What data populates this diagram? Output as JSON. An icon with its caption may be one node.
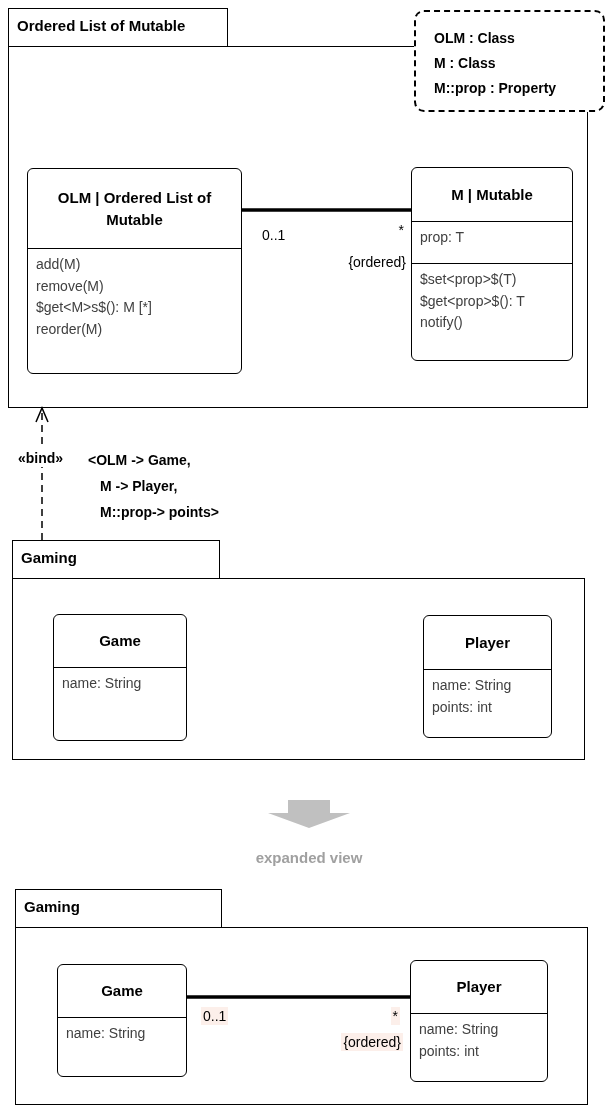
{
  "diagram": {
    "nodes": [
      {
        "text": [
          "Ordered List of Mutable"
        ]
      },
      {
        "text": [
          "OLM : Class",
          "M : Class",
          "M::prop : Property"
        ]
      },
      {
        "text": [
          "OLM | Ordered List of Mutable",
          "add(M)",
          "remove(M)",
          "$get<M>s$(): M [*]",
          "reorder(M)"
        ],
        "in": 0
      },
      {
        "text": [
          "M | Mutable",
          "prop: T",
          "$set<prop>$(T)",
          "$get<prop>$(): T",
          "notify()"
        ],
        "in": 0
      },
      {
        "text": [
          "Gaming"
        ]
      },
      {
        "text": [
          "Game",
          "name: String"
        ],
        "in": 4
      },
      {
        "text": [
          "Player",
          "name: String",
          "points: int"
        ],
        "in": 4
      },
      {
        "text": [
          "Gaming"
        ]
      },
      {
        "text": [
          "Game",
          "name: String"
        ],
        "in": 7
      },
      {
        "text": [
          "Player",
          "name: String",
          "points: int"
        ],
        "in": 7
      }
    ],
    "edges": [
      {
        "from": 2,
        "to": 3,
        "arrow": "none"
      },
      {
        "from": 4,
        "to": 0,
        "arrow": "to",
        "style": "dashed",
        "label": "«bind»"
      },
      {
        "from": 8,
        "to": 9,
        "arrow": "none"
      }
    ],
    "labels": [
      "0..1",
      "*",
      "{ordered}",
      "<OLM -> Game,",
      "M -> Player,",
      "M::prop-> points>",
      "expanded view",
      "0..1",
      "*",
      "{ordered}"
    ]
  }
}
